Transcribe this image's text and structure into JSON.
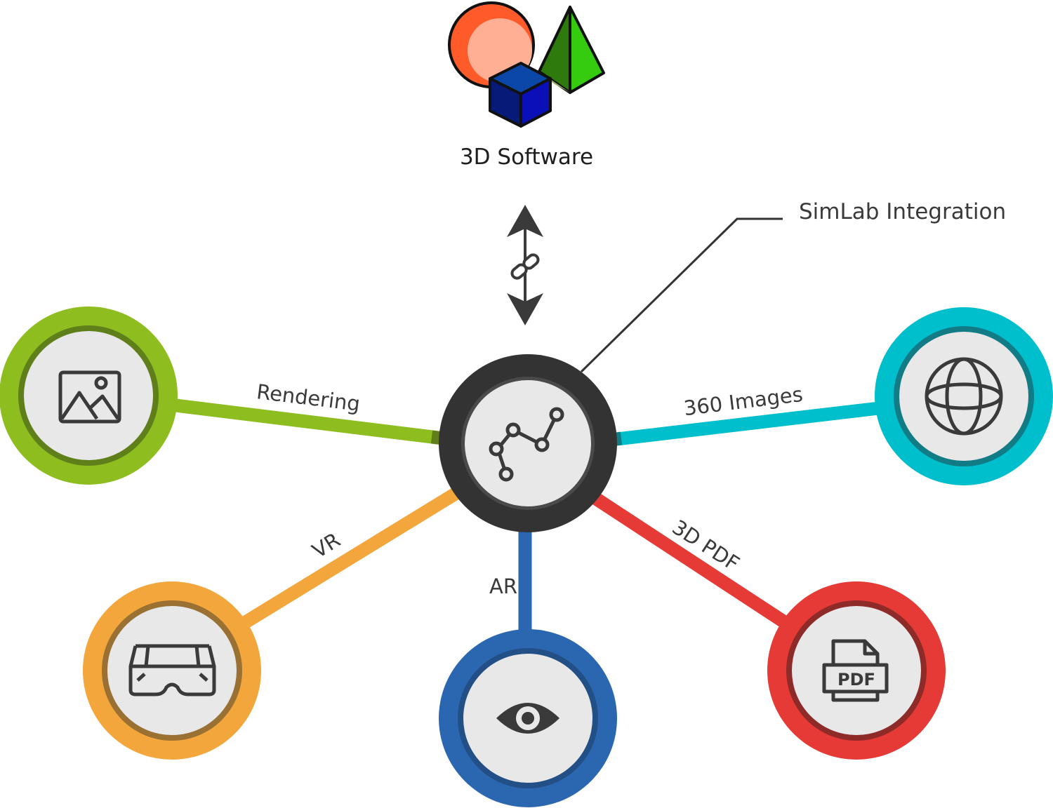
{
  "top_node": {
    "label": "3D Software",
    "icon": "3d-shapes-icon"
  },
  "center_node": {
    "icon": "node-graph-icon",
    "ring_color": "#333333"
  },
  "callout": {
    "label": "SimLab Integration"
  },
  "link": {
    "icon": "chain-link-icon",
    "direction": "bidirectional"
  },
  "branches": [
    {
      "id": "rendering",
      "label": "Rendering",
      "icon": "image-icon",
      "color": "#8dbd1f",
      "dark": "#5e7f19"
    },
    {
      "id": "360-images",
      "label": "360 Images",
      "icon": "globe-icon",
      "color": "#00bfcc",
      "dark": "#117c86"
    },
    {
      "id": "vr",
      "label": "VR",
      "icon": "vr-glasses-icon",
      "color": "#f2a63c",
      "dark": "#9a7033"
    },
    {
      "id": "ar",
      "label": "AR",
      "icon": "eye-icon",
      "color": "#2b67b0",
      "dark": "#234f87"
    },
    {
      "id": "3d-pdf",
      "label": "3D PDF",
      "icon": "pdf-file-icon",
      "color": "#e63a36",
      "dark": "#8e2a27"
    }
  ]
}
